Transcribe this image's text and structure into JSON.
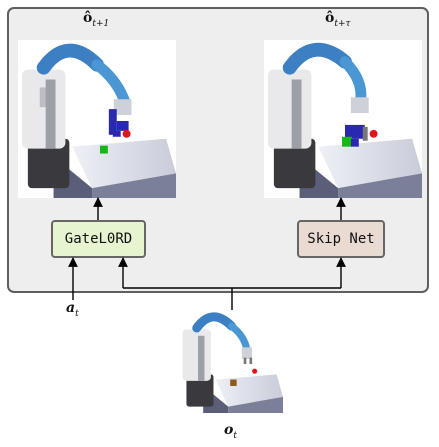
{
  "labels": {
    "next_obs": {
      "base": "ô",
      "sub": "t+1"
    },
    "skip_obs": {
      "base": "ô",
      "sub": "t+τ"
    },
    "action": {
      "base": "a",
      "sub": "t"
    },
    "obs": {
      "base": "o",
      "sub": "t"
    }
  },
  "modules": {
    "gatelord": "GateL0RD",
    "skipnet": "Skip Net"
  },
  "colors": {
    "gatelord_fill": "#e6f5d0",
    "skipnet_fill": "#eadbd2",
    "panel_fill": "#eeeeee",
    "arm_blue": "#4a97d3",
    "cube_green": "#17b71a",
    "cube_navy": "#2a28b0",
    "cube_brown": "#8a5a20",
    "ball_red": "#e0161b"
  },
  "icons": [
    "robot-arm-scene"
  ]
}
